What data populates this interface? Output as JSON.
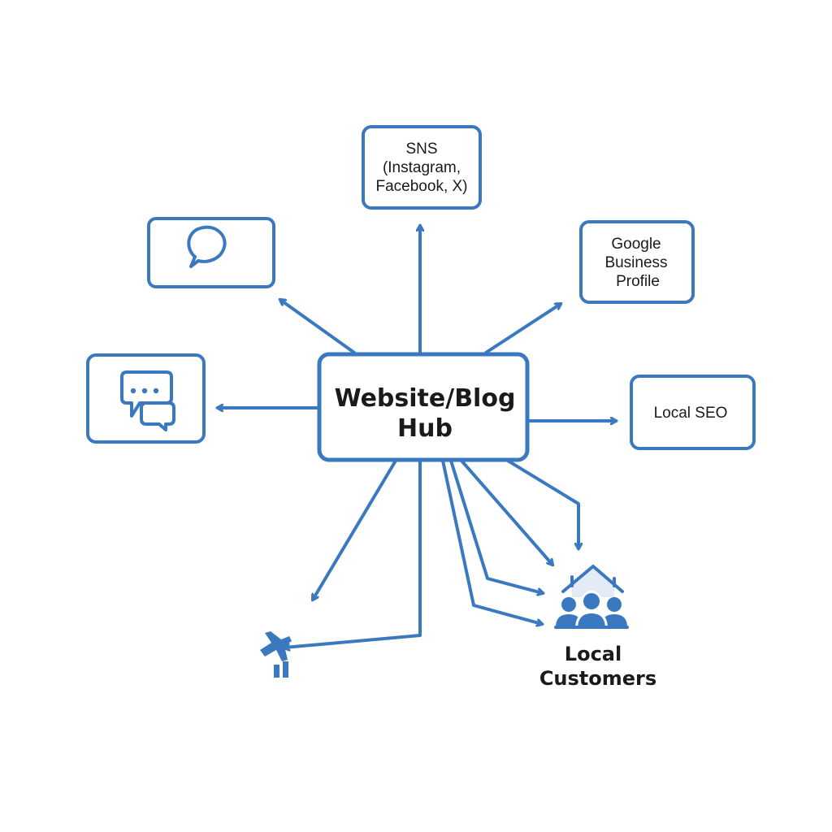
{
  "colors": {
    "accent": "#3a78c0",
    "text": "#1a1a1a",
    "background": "#ffffff"
  },
  "hub": {
    "line1": "Website/Blog",
    "line2": "Hub"
  },
  "nodes": {
    "sns": {
      "line1": "SNS",
      "line2": "(Instagram,",
      "line3": "Facebook, X)"
    },
    "google_business_profile": {
      "line1": "Google",
      "line2": "Business",
      "line3": "Profile"
    },
    "local_seo": {
      "label": "Local SEO"
    },
    "customers": {
      "line1": "Local",
      "line2": "Customers"
    }
  },
  "icons": {
    "speech_bubble": "speech-bubble-icon",
    "chat": "chat-icon",
    "airplane": "airplane-icon",
    "customers": "house-people-icon"
  }
}
